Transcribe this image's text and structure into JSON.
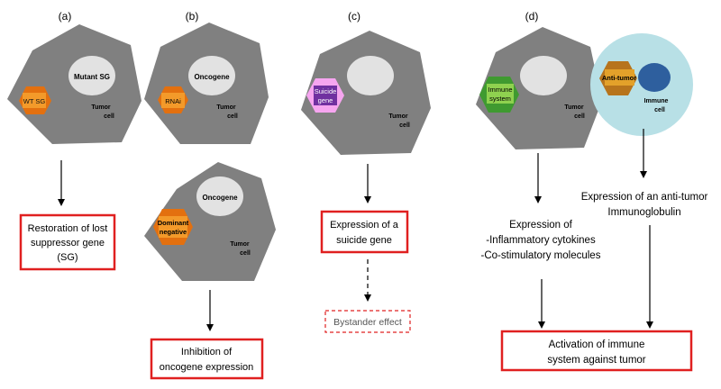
{
  "panels": {
    "a": {
      "letter": "(a)",
      "nucleus": "Mutant SG",
      "hex": "WT SG",
      "cell_line1": "Tumor",
      "cell_line2": "cell",
      "box_lines": [
        "Restoration of lost",
        "suppressor gene",
        "(SG)"
      ]
    },
    "b": {
      "letter": "(b)",
      "nucleus_top": "Oncogene",
      "hex_top": "RNAi",
      "cell_top_line1": "Tumor",
      "cell_top_line2": "cell",
      "nucleus_bottom": "Oncogene",
      "hex_bottom_line1": "Dominant",
      "hex_bottom_line2": "negative",
      "cell_bottom_line1": "Tumor",
      "cell_bottom_line2": "cell",
      "box_lines": [
        "Inhibition of",
        "oncogene expression"
      ]
    },
    "c": {
      "letter": "(c)",
      "hex_line1": "Suicide",
      "hex_line2": "gene",
      "cell_line1": "Tumor",
      "cell_line2": "cell",
      "box_lines": [
        "Expression of a",
        "suicide gene"
      ],
      "dashed_box": "Bystander effect"
    },
    "d": {
      "letter": "(d)",
      "hex_left_line1": "Immune",
      "hex_left_line2": "system",
      "cell_line1": "Tumor",
      "cell_line2": "cell",
      "immune_hex": "Anti-tumor",
      "immune_cell_line1": "Immune",
      "immune_cell_line2": "cell",
      "text_left": [
        "Expression of",
        "-Inflammatory cytokines",
        "-Co-stimulatory molecules"
      ],
      "text_right": [
        "Expression of an anti-tumor",
        "Immunoglobulin"
      ],
      "box_lines": [
        "Activation of immune",
        "system against tumor"
      ]
    }
  },
  "colors": {
    "cell": "#808080",
    "nucleus": "#e2e2e2",
    "orange_hex": "#e3700f",
    "purple_hex": "#7030a0",
    "pink_hex": "#f6a5f0",
    "green_hex": "#3f9a30",
    "lime_hex": "#8fd14f",
    "brown_hex": "#b7741c",
    "immune_outer": "#b8e0e6",
    "immune_nucleus": "#2e5f9e",
    "red_box": "#e02020"
  }
}
